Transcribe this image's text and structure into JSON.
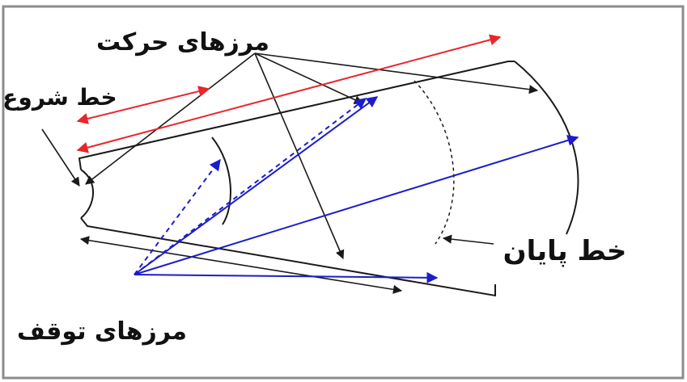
{
  "labels": {
    "movement_boundaries": "مرزهای حرکت",
    "start_line": "خط شروع",
    "end_line": "خط پایان",
    "stop_boundaries": "مرزهای توقف"
  },
  "colors": {
    "red_arrows": "#e8262c",
    "blue_arrows": "#1c1ccc",
    "black_lines": "#1a1a1a",
    "frame_border": "#8c8c8c",
    "background": "#ffffff"
  }
}
